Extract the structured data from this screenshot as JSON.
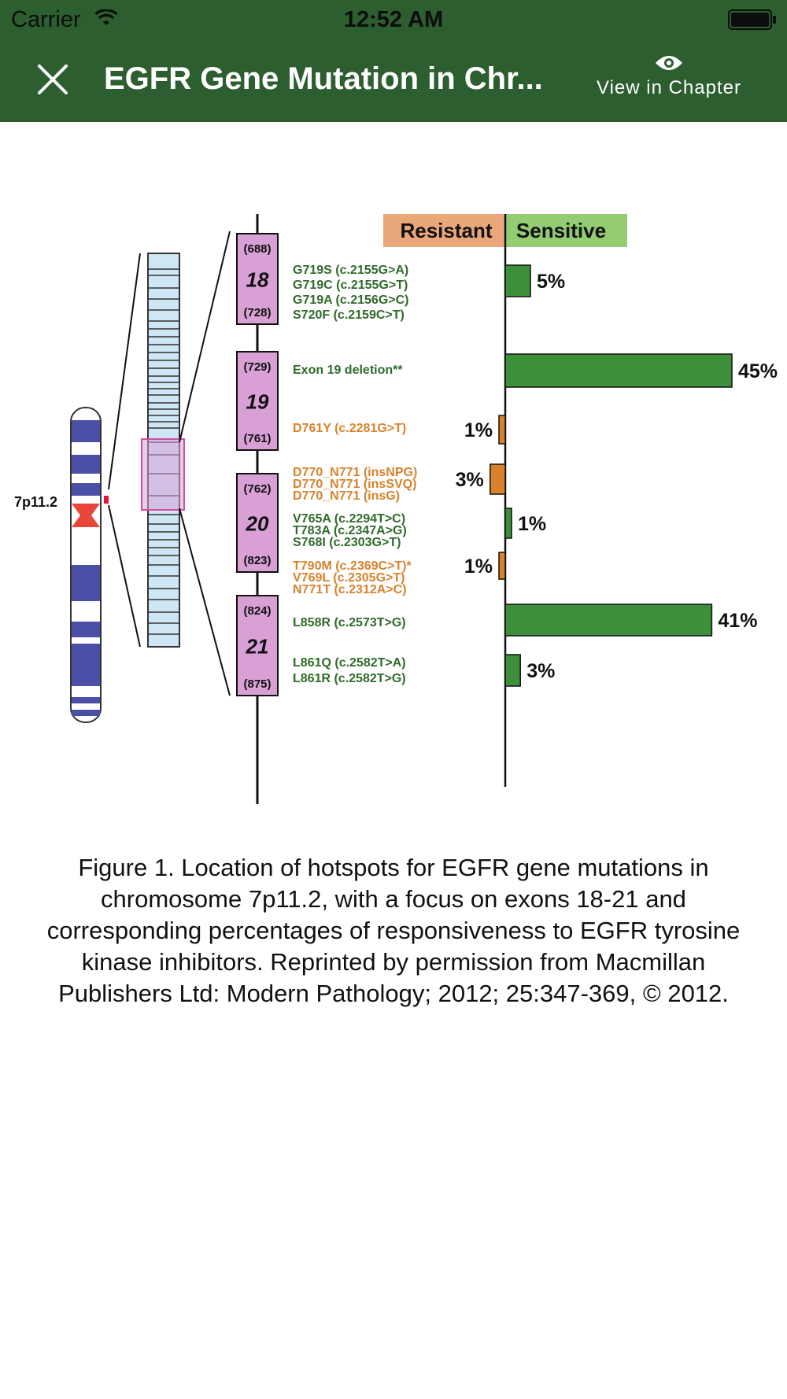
{
  "status_bar": {
    "carrier": "Carrier",
    "time": "12:52 AM"
  },
  "nav": {
    "title": "EGFR Gene Mutation in Chr...",
    "view_in_chapter": "View in Chapter"
  },
  "figure": {
    "chromosome_label": "7p11.2",
    "legend": {
      "resistant": "Resistant",
      "sensitive": "Sensitive"
    },
    "colors": {
      "sensitive": "#3d8f3a",
      "resistant": "#d9822b",
      "exon": "#d9a0d6",
      "band": "#4b4fa6"
    },
    "exons": [
      {
        "number": "18",
        "start": "(688)",
        "end": "(728)"
      },
      {
        "number": "19",
        "start": "(729)",
        "end": "(761)"
      },
      {
        "number": "20",
        "start": "(762)",
        "end": "(823)"
      },
      {
        "number": "21",
        "start": "(824)",
        "end": "(875)"
      }
    ],
    "mutations": [
      {
        "label": "G719S (c.2155G>A)",
        "type": "sensitive"
      },
      {
        "label": "G719C (c.2155G>T)",
        "type": "sensitive"
      },
      {
        "label": "G719A (c.2156G>C)",
        "type": "sensitive"
      },
      {
        "label": "S720F (c.2159C>T)",
        "type": "sensitive"
      },
      {
        "label": "Exon 19 deletion**",
        "type": "sensitive"
      },
      {
        "label": "D761Y (c.2281G>T)",
        "type": "resistant"
      },
      {
        "label": "D770_N771 (insNPG)",
        "type": "resistant"
      },
      {
        "label": "D770_N771 (insSVQ)",
        "type": "resistant"
      },
      {
        "label": "D770_N771 (insG)",
        "type": "resistant"
      },
      {
        "label": "V765A (c.2294T>C)",
        "type": "sensitive"
      },
      {
        "label": "T783A (c.2347A>G)",
        "type": "sensitive"
      },
      {
        "label": "S768I (c.2303G>T)",
        "type": "sensitive"
      },
      {
        "label": "T790M (c.2369C>T)*",
        "type": "resistant"
      },
      {
        "label": "V769L (c.2305G>T)",
        "type": "resistant"
      },
      {
        "label": "N771T (c.2312A>C)",
        "type": "resistant"
      },
      {
        "label": "L858R (c.2573T>G)",
        "type": "sensitive"
      },
      {
        "label": "L861Q (c.2582T>A)",
        "type": "sensitive"
      },
      {
        "label": "L861R (c.2582T>G)",
        "type": "sensitive"
      }
    ]
  },
  "chart_data": {
    "type": "bar",
    "categories": [
      "G719S/C/A, S720F",
      "Exon 19 deletion",
      "D761Y",
      "D770_N771 insertions",
      "V765A, T783A, S768I",
      "T790M, V769L, N771T",
      "L858R",
      "L861Q/R"
    ],
    "values": [
      5,
      45,
      1,
      3,
      1,
      1,
      41,
      3
    ],
    "direction": [
      "sensitive",
      "sensitive",
      "resistant",
      "resistant",
      "sensitive",
      "resistant",
      "sensitive",
      "sensitive"
    ],
    "labels": [
      "5%",
      "45%",
      "1%",
      "3%",
      "1%",
      "1%",
      "41%",
      "3%"
    ],
    "legend": [
      "Resistant",
      "Sensitive"
    ],
    "title": "",
    "xlabel": "",
    "ylabel": ""
  },
  "caption": "Figure 1. Location of hotspots for EGFR gene mutations in chromosome 7p11.2, with a focus on exons 18-21 and corresponding percentages of responsiveness to EGFR tyrosine kinase inhibitors. Reprinted by permission from Macmillan Publishers Ltd: Modern Pathology; 2012; 25:347-369, © 2012."
}
